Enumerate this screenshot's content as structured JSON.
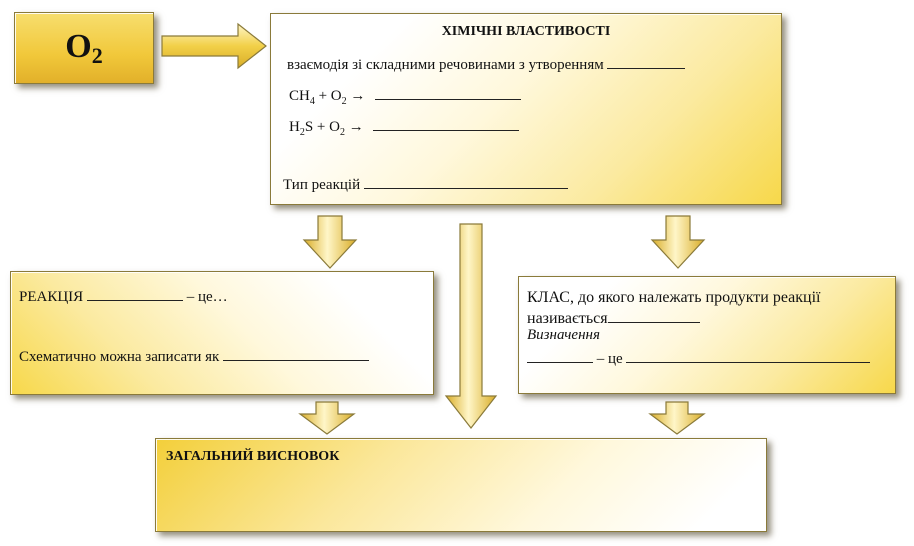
{
  "o2": {
    "base": "O",
    "sub": "2"
  },
  "props": {
    "title": "ХІМІЧНІ ВЛАСТИВОСТІ",
    "line1": "взаємодія зі складними речовинами з утворенням",
    "eq1": {
      "a": "CH",
      "a_sub": "4",
      "plus": " +  O",
      "b_sub": "2",
      "arrow": " →"
    },
    "eq2": {
      "a": "H",
      "a_sub": "2",
      "rest": "S +  O",
      "b_sub": "2",
      "arrow": " →"
    },
    "type": "Тип реакцій"
  },
  "reaction": {
    "label": "РЕАКЦІЯ",
    "is": " – це…",
    "scheme": "Схематично можна записати як"
  },
  "klass": {
    "line1": "КЛАС, до якого належать продукти реакції",
    "line2": "називається",
    "def": "Визначення",
    "is": " – це"
  },
  "conclusion": {
    "title": "ЗАГАЛЬНИЙ ВИСНОВОК"
  }
}
